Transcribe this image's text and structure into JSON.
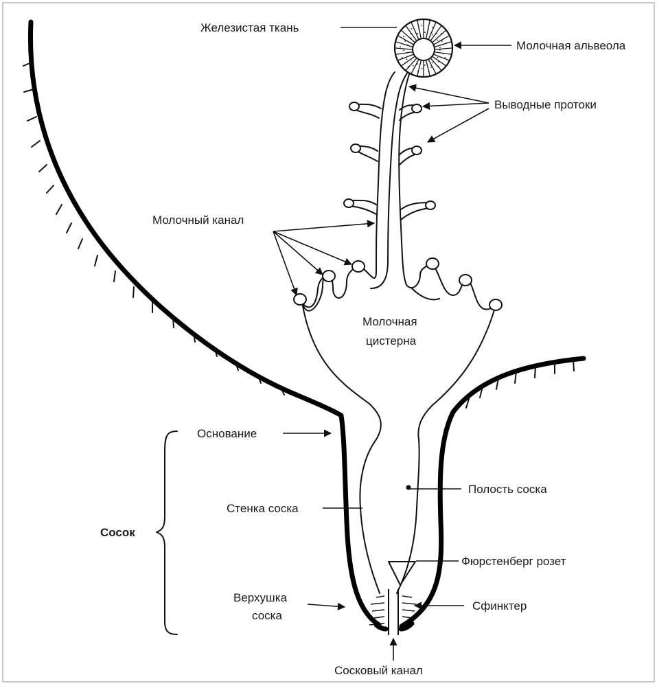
{
  "labels": {
    "glandular_tissue": "Железистая ткань",
    "alveolus": "Молочная альвеола",
    "ducts": "Выводные протоки",
    "milk_canal": "Молочный канал",
    "cistern_line1": "Молочная",
    "cistern_line2": "цистерна",
    "base": "Основание",
    "teat": "Сосок",
    "teat_wall": "Стенка соска",
    "teat_cavity": "Полость соска",
    "furstenberg": "Фюрстенберг розет",
    "tip_line1": "Верхушка",
    "tip_line2": "соска",
    "sphincter": "Сфинктер",
    "teat_canal": "Сосковый канал"
  },
  "colors": {
    "line": "#111111",
    "background": "#ffffff",
    "frame": "#c8c8c8"
  }
}
